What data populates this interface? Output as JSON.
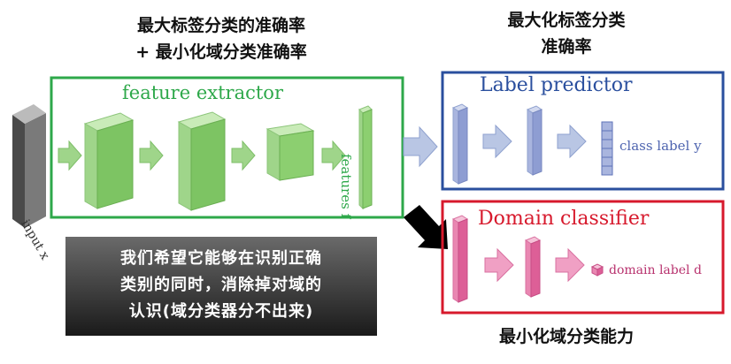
{
  "top_left_caption": {
    "line1": "最大标签分类的准确率",
    "line2": "+ 最小化域分类准确率"
  },
  "top_right_caption": {
    "line1": "最大化标签分类",
    "line2": "准确率"
  },
  "feature_extractor": {
    "label": "feature extractor",
    "color": "#2ea84a"
  },
  "features_label": "features f",
  "input_label": "input x",
  "label_predictor": {
    "title": "Label predictor",
    "output": "class label y",
    "color": "#2a4f9e"
  },
  "domain_classifier": {
    "title": "Domain classifier",
    "output": "domain label d",
    "color": "#d7192c"
  },
  "bottom_caption": "最小化域分类能力",
  "note_box": {
    "line1": "我们希望它能够在识别正确",
    "line2": "类别的同时，消除掉对域的",
    "line3": "认识(域分类器分不出来)"
  },
  "colors": {
    "green_fill": "#9fd58a",
    "blue_fill": "#a9b5de",
    "pink_fill": "#e987b2"
  }
}
